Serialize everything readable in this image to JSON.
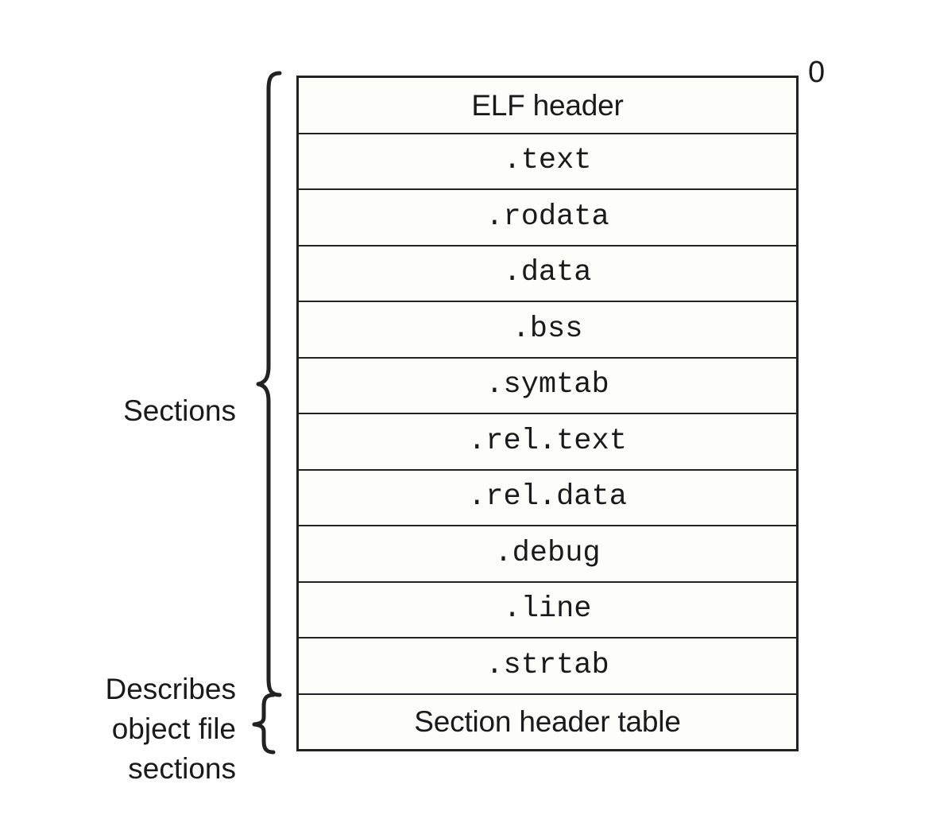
{
  "diagram": {
    "title_visible": false,
    "offset_marker": "0",
    "colors": {
      "stroke": "#222222",
      "text": "#1a1a1a",
      "box_fill": "#fdfdfa",
      "page_background": "#ffffff"
    },
    "rows": [
      {
        "label": "ELF header",
        "font": "sans"
      },
      {
        "label": ".text",
        "font": "mono"
      },
      {
        "label": ".rodata",
        "font": "mono"
      },
      {
        "label": ".data",
        "font": "mono"
      },
      {
        "label": ".bss",
        "font": "mono"
      },
      {
        "label": ".symtab",
        "font": "mono"
      },
      {
        "label": ".rel.text",
        "font": "mono"
      },
      {
        "label": ".rel.data",
        "font": "mono"
      },
      {
        "label": ".debug",
        "font": "mono"
      },
      {
        "label": ".line",
        "font": "mono"
      },
      {
        "label": ".strtab",
        "font": "mono"
      },
      {
        "label": "Section header table",
        "font": "sans"
      }
    ],
    "annotations": {
      "sections_brace_label": "Sections",
      "describes_brace_label_lines": [
        "Describes",
        "object file",
        "sections"
      ]
    }
  }
}
